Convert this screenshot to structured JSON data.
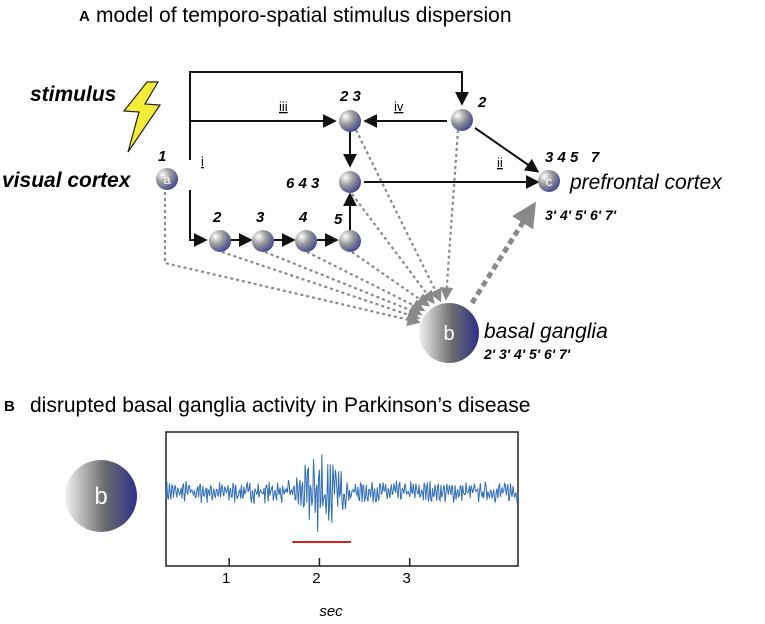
{
  "panelA": {
    "letter": "A",
    "title": "model of temporo-spatial stimulus dispersion",
    "stimulus_label": "stimulus",
    "visual_cortex": "visual cortex",
    "prefrontal_cortex": "prefrontal cortex",
    "basal_ganglia": "basal ganglia",
    "node_a": "a",
    "node_b": "b",
    "node_c": "c",
    "step_1": "1",
    "step_2": "2",
    "step_3": "3",
    "step_4": "4",
    "step_5": "5",
    "mid_label": "6 4 3",
    "top_mid_label": "2 3",
    "top_right_label": "2",
    "pfc_upper": "3 4 5   7",
    "pfc_lower": "3' 4' 5' 6' 7'",
    "bg_label": "2' 3' 4' 5' 6' 7'",
    "path_i": "i",
    "path_ii": "ii",
    "path_iii": "iii",
    "path_iv": "iv"
  },
  "panelB": {
    "letter": "B",
    "title": "disrupted basal ganglia activity in Parkinson’s disease",
    "node_b": "b",
    "x_unit": "sec",
    "ticks": [
      "1",
      "2",
      "3"
    ]
  },
  "colors": {
    "node_dark": "#3b3f8f",
    "arrow_gray": "#8a8a8a",
    "trace": "#2f6db5",
    "bar": "#d62020",
    "bolt": "#f5ec3a"
  },
  "chart_data": {
    "type": "line",
    "title": "disrupted basal ganglia activity in Parkinson’s disease",
    "xlabel": "sec",
    "ylabel": "",
    "x_ticks": [
      1,
      2,
      3
    ],
    "xlim": [
      0.3,
      4.2
    ],
    "ylim": [
      -1,
      1
    ],
    "highlight_interval": [
      1.7,
      2.35
    ],
    "grid": false,
    "legend": "none"
  }
}
